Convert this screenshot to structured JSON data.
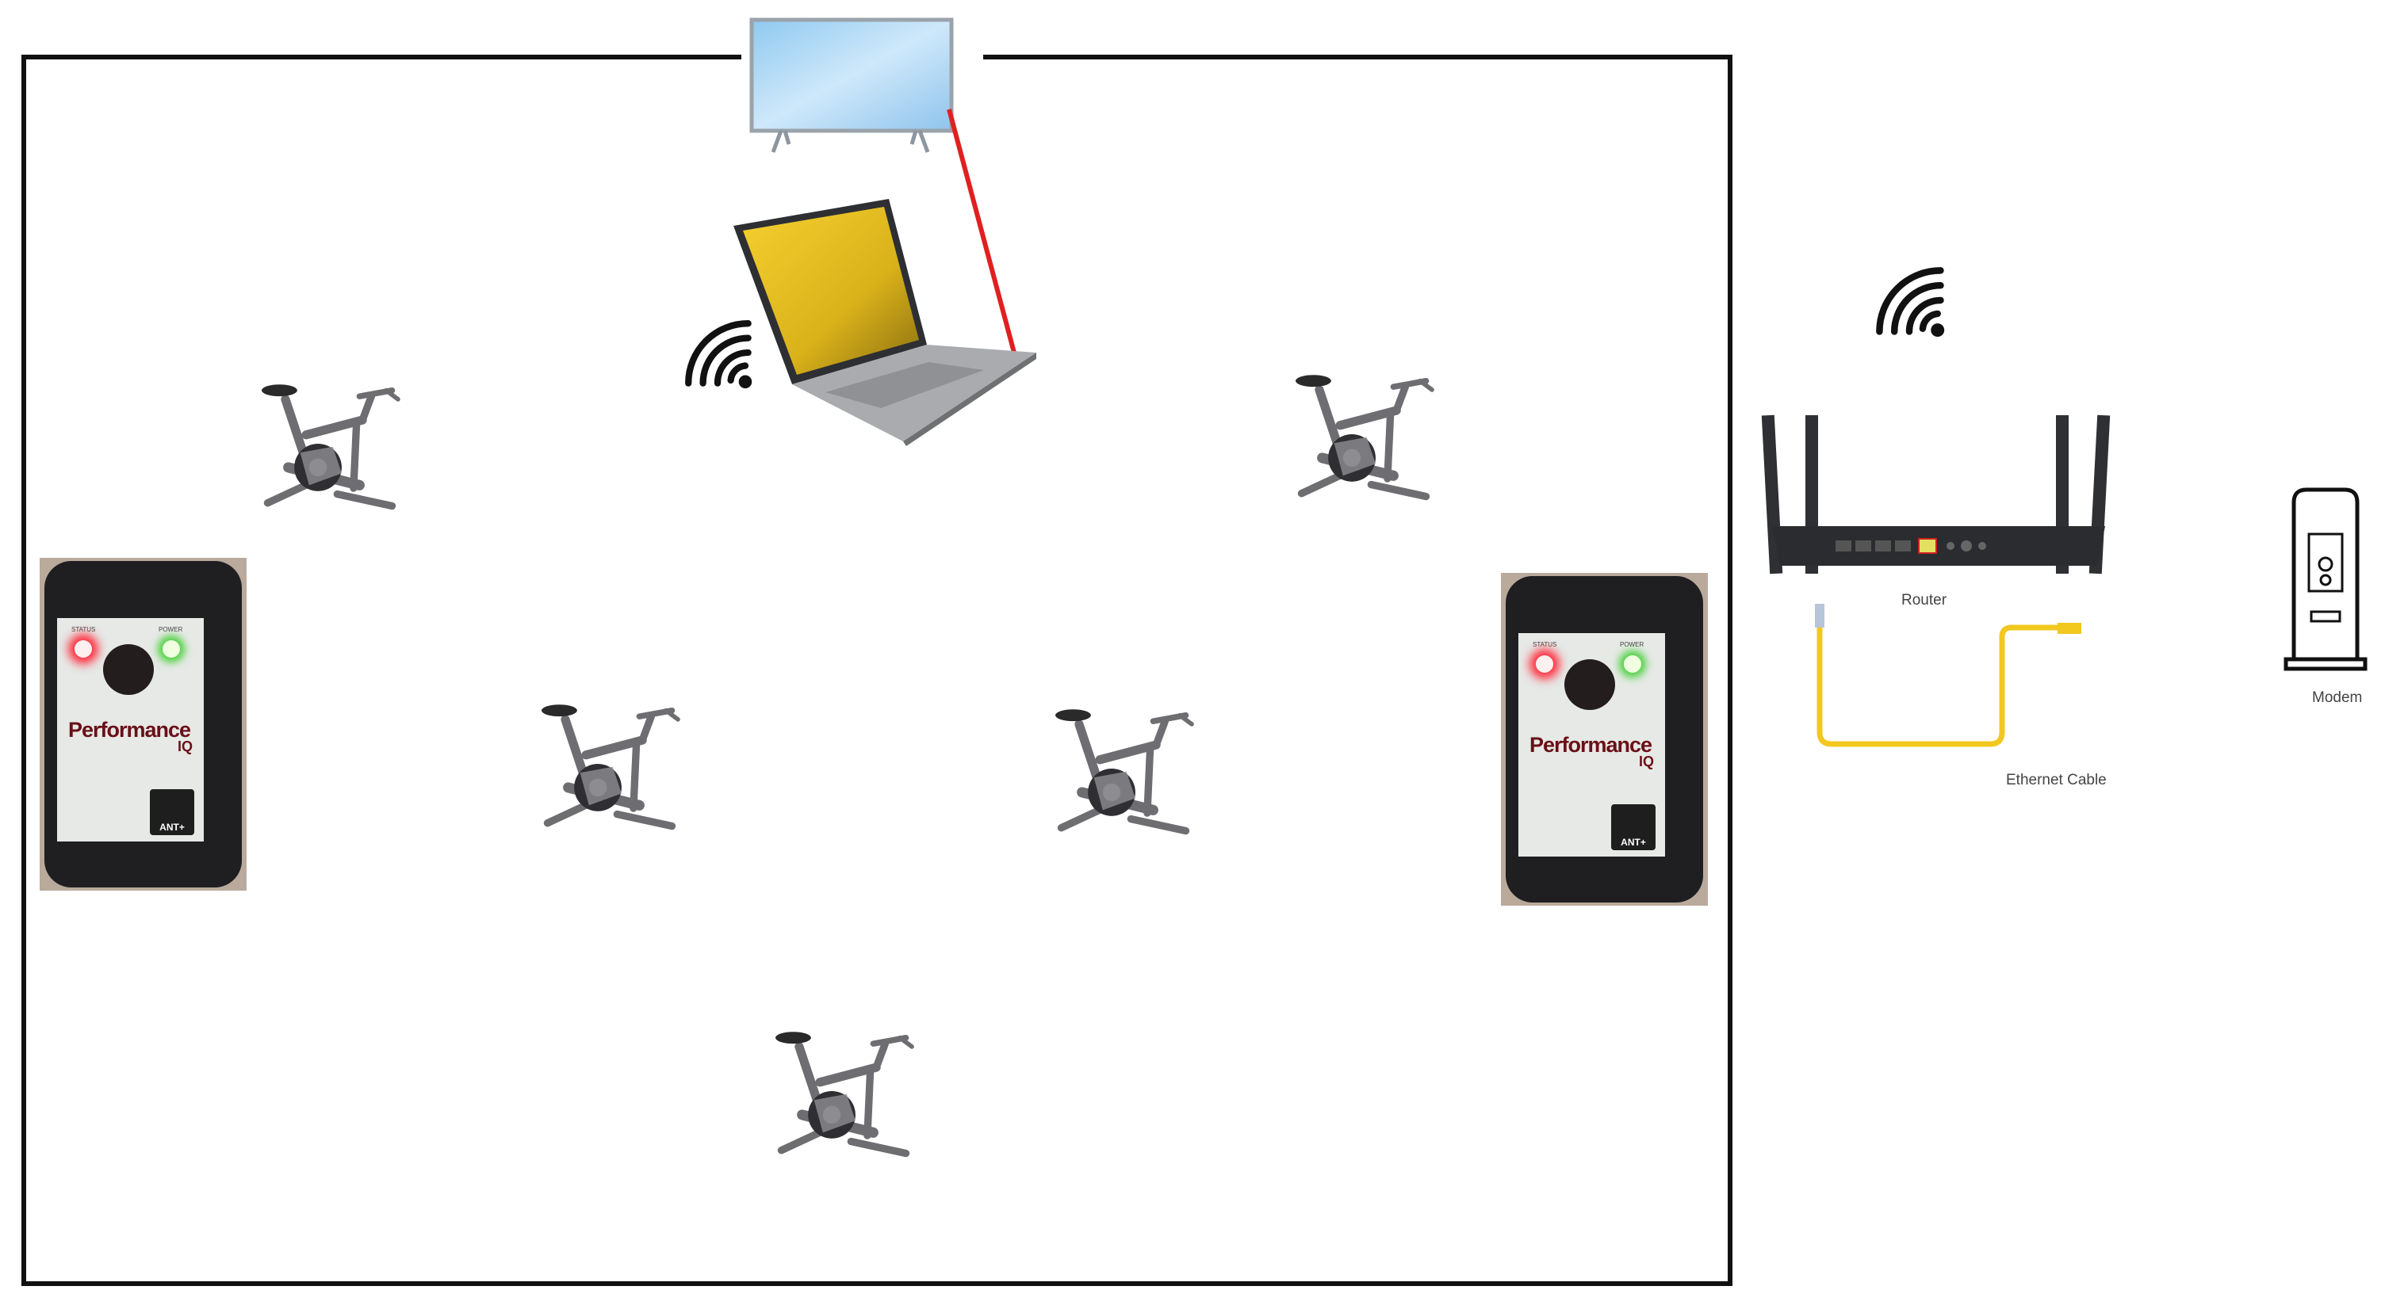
{
  "devices": {
    "performance_iq": {
      "brand": "Performance",
      "brand_suffix": "IQ",
      "status_led_label": "STATUS",
      "power_led_label": "POWER",
      "ant_badge": "ANT+",
      "status_led_color": "#ff2a3a",
      "power_led_color": "#49d13a"
    },
    "tv_cable_color": "#e02020"
  },
  "network": {
    "router_label": "Router",
    "modem_label": "Modem",
    "cable_label": "Ethernet Cable",
    "cable_color": "#f2c81e"
  },
  "icons": [
    "tv-icon",
    "laptop-icon",
    "wifi-icon",
    "spin-bike-icon",
    "router-icon",
    "modem-icon"
  ]
}
